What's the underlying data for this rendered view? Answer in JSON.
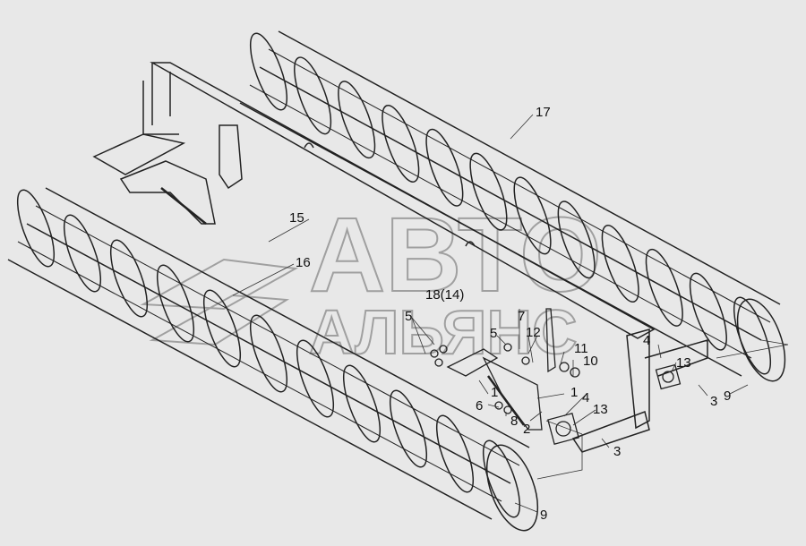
{
  "diagram": {
    "watermark": {
      "line1": "АВТО",
      "line2": "АЛЬЯНС"
    },
    "labels": {
      "l17": "17",
      "l15": "15",
      "l16": "16",
      "l18": "18(14)",
      "l5a": "5",
      "l7": "7",
      "l5b": "5",
      "l12": "12",
      "l11": "11",
      "l10": "10",
      "l4a": "4",
      "l13a": "13",
      "l3a": "3",
      "l9a": "9",
      "l1a": "1",
      "l1b": "1",
      "l6": "6",
      "l8": "8",
      "l2": "2",
      "l4b": "4",
      "l13b": "13",
      "l3b": "3",
      "l9b": "9"
    },
    "colors": {
      "background": "#e8e8e8",
      "line": "#222222",
      "watermark": "#9a9a9a"
    }
  }
}
